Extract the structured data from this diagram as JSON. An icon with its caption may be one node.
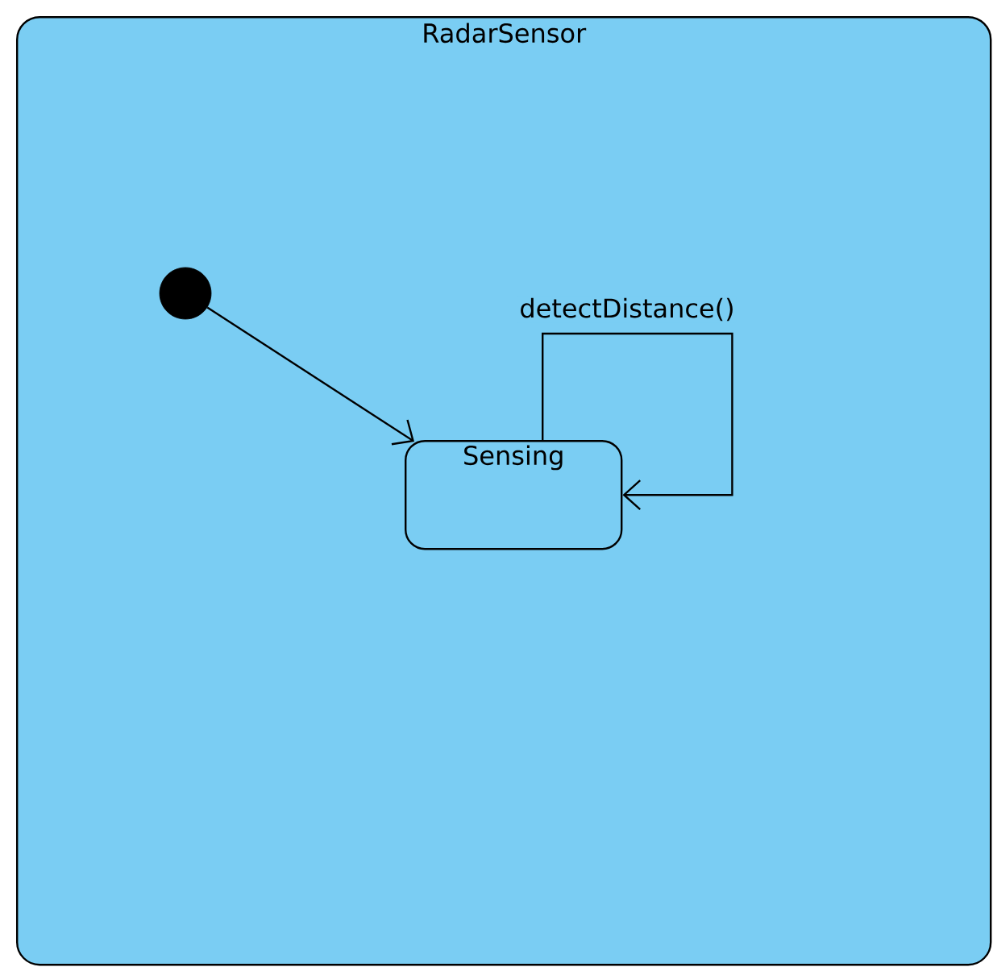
{
  "diagram": {
    "nodes": [
      {
        "text": [
          "RadarSensor"
        ]
      },
      {
        "text": [],
        "shape": "circle",
        "in": 0
      },
      {
        "text": [
          "Sensing"
        ],
        "in": 0
      }
    ],
    "edges": [
      {
        "from": 1,
        "to": 2,
        "arrow": "to"
      },
      {
        "from": 2,
        "to": 2,
        "arrow": "to",
        "label": "detectDistance()"
      }
    ]
  }
}
